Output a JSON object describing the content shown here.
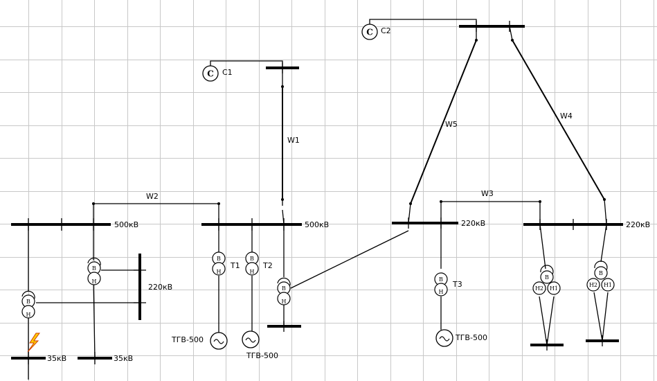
{
  "systems": {
    "c1": "C1",
    "c2": "C2",
    "symbol": "C"
  },
  "lines": {
    "w1": "W1",
    "w2": "W2",
    "w3": "W3",
    "w4": "W4",
    "w5": "W5"
  },
  "transformers": {
    "t1": "T1",
    "t2": "T2",
    "t3": "T3",
    "hv": "В",
    "lv": "Н",
    "lv1": "Н1",
    "lv2": "Н2"
  },
  "buses": {
    "b500_left": "500кВ",
    "b500_mid": "500кВ",
    "b220_right_a": "220кВ",
    "b220_right_b": "220кВ",
    "b220_left": "220кВ",
    "b35_a": "35кВ",
    "b35_b": "35кВ"
  },
  "generators": {
    "g1": "ТГВ-500",
    "g2": "ТГВ-500",
    "g3": "ТГВ-500",
    "symbol": "~"
  },
  "colors": {
    "grid": "#c8c8c8",
    "line": "#000000",
    "fault_fill": "#ffcc00",
    "fault_stroke": "#d04000"
  },
  "icons": {
    "fault": "lightning-bolt-icon"
  }
}
